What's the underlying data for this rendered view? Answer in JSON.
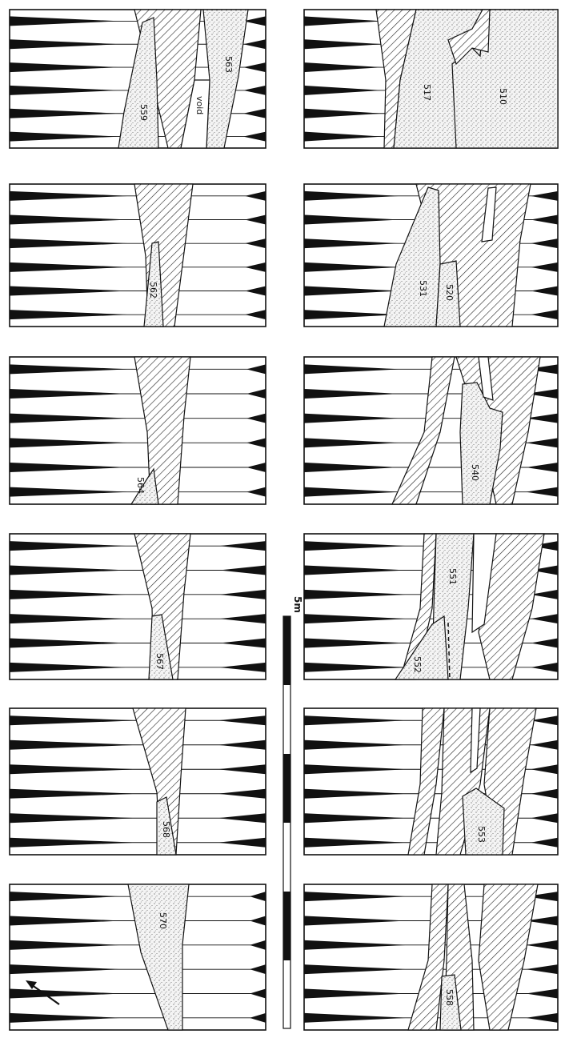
{
  "figure": {
    "scale_label": "5m",
    "void_label": "void",
    "panels": [
      {
        "id": "A1",
        "labels": [
          "559",
          "563"
        ],
        "has_void": true
      },
      {
        "id": "A2",
        "labels": [
          "562"
        ]
      },
      {
        "id": "A3",
        "labels": [
          "564"
        ]
      },
      {
        "id": "A4",
        "labels": [
          "567"
        ]
      },
      {
        "id": "A5",
        "labels": [
          "568"
        ]
      },
      {
        "id": "A6",
        "labels": [
          "570"
        ],
        "has_arrow": true
      },
      {
        "id": "B1",
        "labels": [
          "517",
          "510"
        ]
      },
      {
        "id": "B2",
        "labels": [
          "531",
          "520"
        ]
      },
      {
        "id": "B3",
        "labels": [
          "540"
        ]
      },
      {
        "id": "B4",
        "labels": [
          "551",
          "552"
        ]
      },
      {
        "id": "B5",
        "labels": [
          "553"
        ]
      },
      {
        "id": "B6",
        "labels": [
          "558"
        ]
      }
    ]
  },
  "colors": {
    "ink": "#111111",
    "paper": "#ffffff",
    "stipple": "#f2f2f2"
  }
}
